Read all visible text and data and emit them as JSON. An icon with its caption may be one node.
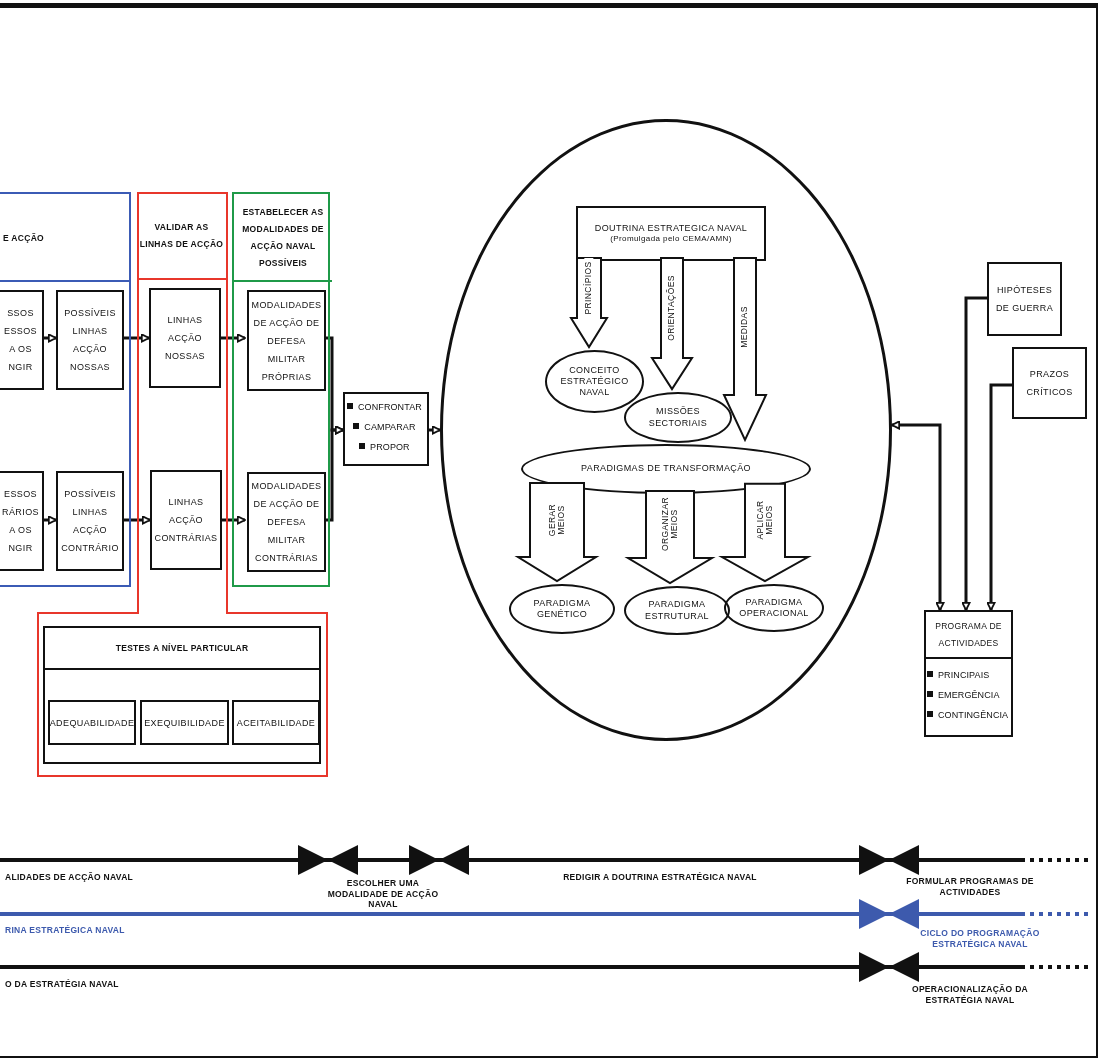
{
  "diagram": {
    "nodes": [
      {
        "text": [
          "E ACÇÃO"
        ]
      },
      {
        "text": [
          "SSOS ESSOS A OS NGIR"
        ],
        "in": 0
      },
      {
        "text": [
          "POSSÍVEIS LINHAS ACÇÃO NOSSAS"
        ],
        "in": 0
      },
      {
        "text": [
          "ESSOS RÁRIOS A OS NGIR"
        ],
        "in": 0
      },
      {
        "text": [
          "POSSÍVEIS LINHAS ACÇÃO CONTRÁRIO"
        ],
        "in": 0
      },
      {
        "text": [
          "VALIDAR AS LINHAS DE ACÇÃO"
        ]
      },
      {
        "text": [
          "LINHAS ACÇÃO NOSSAS"
        ],
        "in": 5
      },
      {
        "text": [
          "LINHAS ACÇÃO CONTRÁRIAS"
        ],
        "in": 5
      },
      {
        "text": [
          "TESTES A NÍVEL PARTICULAR"
        ],
        "in": 5
      },
      {
        "text": [
          "ADEQUABILIDADE"
        ],
        "in": 8
      },
      {
        "text": [
          "EXEQUIBILIDADE"
        ],
        "in": 8
      },
      {
        "text": [
          "ACEITABILIDADE"
        ],
        "in": 8
      },
      {
        "text": [
          "ESTABELECER AS MODALIDADES DE ACÇÃO NAVAL POSSÍVEIS"
        ]
      },
      {
        "text": [
          "MODALIDADES DE ACÇÃO DE DEFESA MILITAR PRÓPRIAS"
        ],
        "in": 12
      },
      {
        "text": [
          "MODALIDADES DE ACÇÃO DE DEFESA MILITAR CONTRÁRIAS"
        ],
        "in": 12
      },
      {
        "text": [
          "CONFRONTAR",
          "CAMPARAR",
          "PROPOR"
        ]
      },
      {
        "text": [],
        "shape": "ellipse"
      },
      {
        "text": [
          "DOUTRINA ESTRATEGICA NAVAL",
          "(Promulgada pelo CEMA/AMN)"
        ],
        "in": 16
      },
      {
        "text": [
          "CONCEITO ESTRATÉGICO NAVAL"
        ],
        "in": 16
      },
      {
        "text": [
          "MISSÕES SECTORIAIS"
        ],
        "in": 16
      },
      {
        "text": [
          "PARADIGMAS DE TRANSFORMAÇÃO"
        ],
        "in": 16
      },
      {
        "text": [
          "PARADIGMA GENÉTICO"
        ],
        "in": 16
      },
      {
        "text": [
          "PARADIGMA ESTRUTURAL"
        ],
        "in": 16
      },
      {
        "text": [
          "PARADIGMA OPERACIONAL"
        ],
        "in": 16
      },
      {
        "text": [
          "HIPÓTESES DE GUERRA"
        ]
      },
      {
        "text": [
          "PRAZOS CRÍTICOS"
        ]
      },
      {
        "text": [
          "PROGRAMA DE ACTIVIDADES",
          "PRINCIPAIS",
          "EMERGÊNCIA",
          "CONTINGÊNCIA"
        ]
      }
    ],
    "edges": [
      {
        "from": 1,
        "to": 2,
        "arrow": "to"
      },
      {
        "from": 2,
        "to": 6,
        "arrow": "to"
      },
      {
        "from": 6,
        "to": 13,
        "arrow": "to"
      },
      {
        "from": 3,
        "to": 4,
        "arrow": "to"
      },
      {
        "from": 4,
        "to": 7,
        "arrow": "to"
      },
      {
        "from": 7,
        "to": 14,
        "arrow": "to"
      },
      {
        "from": 13,
        "to": 15,
        "arrow": "to"
      },
      {
        "from": 14,
        "to": 15,
        "arrow": "to"
      },
      {
        "from": 15,
        "to": 16,
        "arrow": "to"
      },
      {
        "from": 17,
        "to": 18,
        "arrow": "to",
        "label": "PRINCÍPIOS",
        "style": "thick"
      },
      {
        "from": 17,
        "to": 19,
        "arrow": "to",
        "label": "ORIENTAÇÕES",
        "style": "thick"
      },
      {
        "from": 17,
        "to": null,
        "arrow": "to",
        "label": "MEDIDAS",
        "style": "thick"
      },
      {
        "from": 20,
        "to": 21,
        "arrow": "to",
        "label": "GERAR MEIOS",
        "style": "thick"
      },
      {
        "from": 20,
        "to": 22,
        "arrow": "to",
        "label": "ORGANIZAR MEIOS",
        "style": "thick"
      },
      {
        "from": 20,
        "to": 23,
        "arrow": "to",
        "label": "APLICAR MEIOS",
        "style": "thick"
      },
      {
        "from": 26,
        "to": 16,
        "arrow": "both"
      },
      {
        "from": 24,
        "to": 26,
        "arrow": "to"
      },
      {
        "from": 25,
        "to": 26,
        "arrow": "to"
      }
    ],
    "labels": [
      "ALIDADES DE ACÇÃO NAVAL",
      "ESCOLHER UMA MODALIDADE DE ACÇÃO NAVAL",
      "REDIGIR A DOUTRINA ESTRATÉGICA NAVAL",
      "FORMULAR PROGRAMAS DE ACTIVIDADES",
      "RINA ESTRATÉGICA NAVAL",
      "CICLO DO PROGRAMAÇÃO ESTRATÉGICA NAVAL",
      "O DA ESTRATÉGIA NAVAL",
      "OPERACIONALIZAÇÃO DA ESTRATÉGIA NAVAL"
    ]
  }
}
